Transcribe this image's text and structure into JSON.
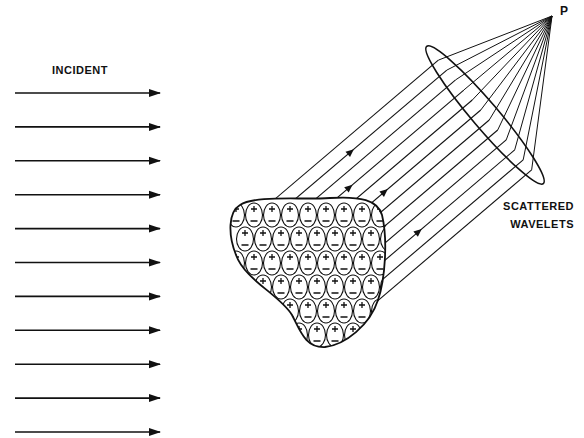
{
  "diagram": {
    "labels": [
      "INCIDENT",
      "SCATTERED WAVELETS",
      "P"
    ]
  }
}
